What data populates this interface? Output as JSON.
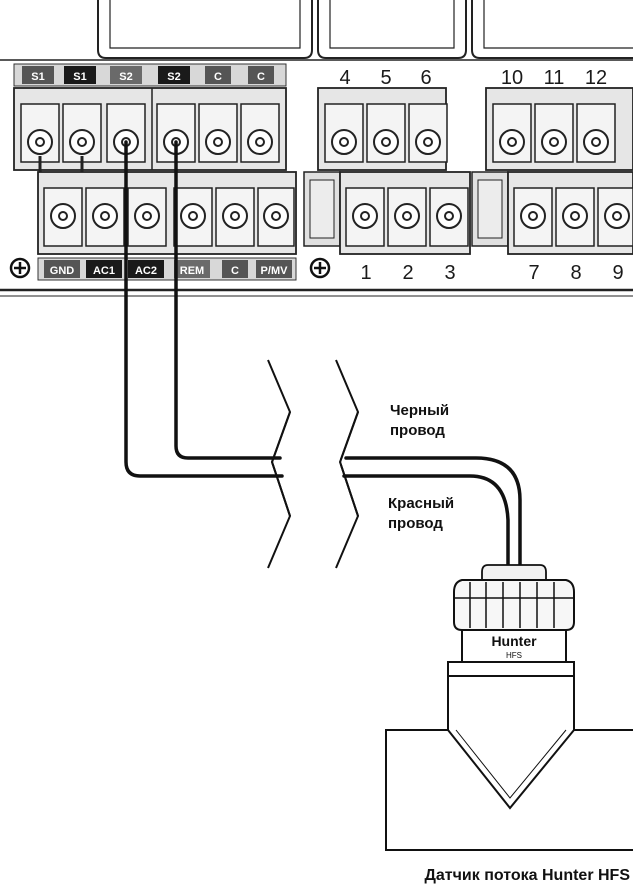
{
  "top_tags": [
    "S1",
    "S1",
    "S2",
    "S2",
    "C",
    "C"
  ],
  "top_numbers": [
    "4",
    "5",
    "6",
    "10",
    "11",
    "12"
  ],
  "bottom_tags": [
    "GND",
    "AC1",
    "AC2",
    "REM",
    "C",
    "P/MV"
  ],
  "bottom_numbers": [
    "1",
    "2",
    "3",
    "7",
    "8",
    "9"
  ],
  "wire_labels": {
    "black_line1": "Черный",
    "black_line2": "провод",
    "red_line1": "Красный",
    "red_line2": "провод"
  },
  "sensor": {
    "brand": "Hunter",
    "model": "HFS"
  },
  "caption": "Датчик потока Hunter HFS",
  "colors": {
    "terminal_block": "#e4e4e4",
    "tag_dark": "#1a1a1a",
    "tag_gray": "#6a6a6a",
    "wire": "#111111"
  }
}
